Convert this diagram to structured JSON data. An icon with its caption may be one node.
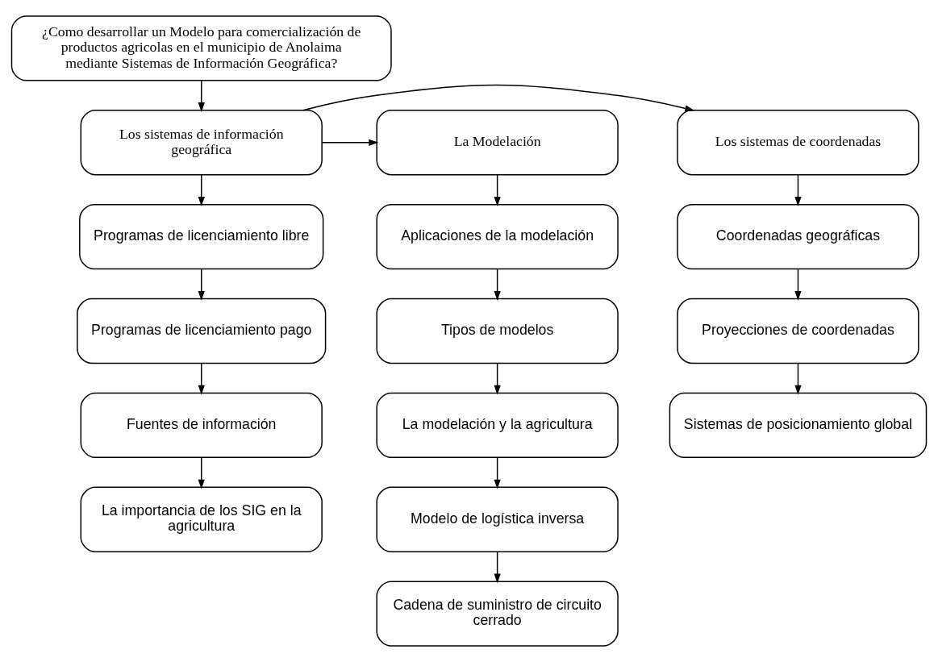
{
  "diagram": {
    "nodes": [
      {
        "text": [
          "¿Como desarrollar un Modelo para comercialización de productos agricolas en el municipio de Anolaima mediante Sistemas de Información Geográfica?"
        ]
      },
      {
        "text": [
          "La Modelación"
        ]
      },
      {
        "text": [
          "Los sistemas de información geográfica"
        ]
      },
      {
        "text": [
          "Los sistemas de coordenadas"
        ]
      },
      {
        "text": [
          "Aplicaciones de la modelación"
        ]
      },
      {
        "text": [
          "Tipos de modelos"
        ]
      },
      {
        "text": [
          "La modelación y la agricultura"
        ]
      },
      {
        "text": [
          "Modelo de logística inversa"
        ]
      },
      {
        "text": [
          "Cadena de suministro de circuito cerrado"
        ]
      },
      {
        "text": [
          "Programas de licenciamiento libre"
        ]
      },
      {
        "text": [
          "Programas de licenciamiento pago"
        ]
      },
      {
        "text": [
          "Fuentes de información"
        ]
      },
      {
        "text": [
          "La importancia de los SIG en la agricultura"
        ]
      },
      {
        "text": [
          "Coordenadas geográficas"
        ]
      },
      {
        "text": [
          "Proyecciones de coordenadas"
        ]
      },
      {
        "text": [
          "Sistemas de posicionamiento global"
        ]
      }
    ],
    "edges": [
      {
        "from": 0,
        "to": 2,
        "arrow": "to"
      },
      {
        "from": 2,
        "to": 1,
        "arrow": "to"
      },
      {
        "from": 2,
        "to": 3,
        "arrow": "to"
      },
      {
        "from": 1,
        "to": 4,
        "arrow": "to"
      },
      {
        "from": 4,
        "to": 5,
        "arrow": "to"
      },
      {
        "from": 5,
        "to": 6,
        "arrow": "to"
      },
      {
        "from": 6,
        "to": 7,
        "arrow": "to"
      },
      {
        "from": 7,
        "to": 8,
        "arrow": "to"
      },
      {
        "from": 2,
        "to": 9,
        "arrow": "to"
      },
      {
        "from": 9,
        "to": 10,
        "arrow": "to"
      },
      {
        "from": 10,
        "to": 11,
        "arrow": "to"
      },
      {
        "from": 11,
        "to": 12,
        "arrow": "to"
      },
      {
        "from": 3,
        "to": 13,
        "arrow": "to"
      },
      {
        "from": 13,
        "to": 14,
        "arrow": "to"
      },
      {
        "from": 14,
        "to": 15,
        "arrow": "to"
      }
    ]
  }
}
